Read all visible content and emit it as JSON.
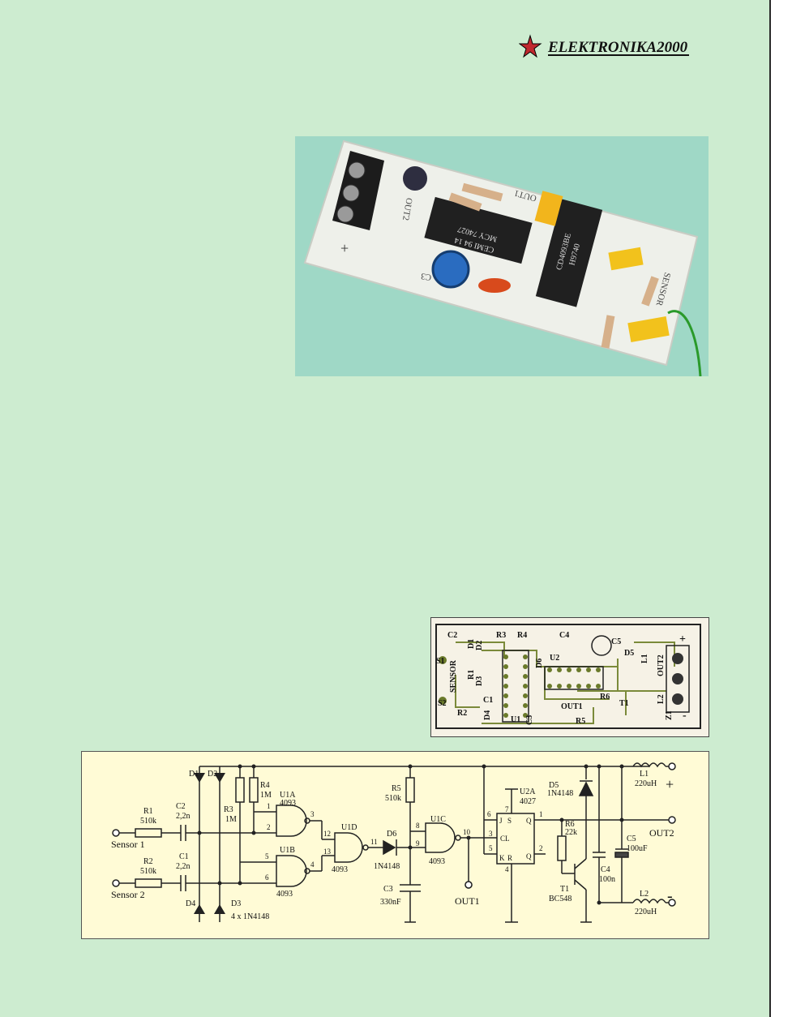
{
  "header": {
    "logo_text": "ELEKTRONIKA2000"
  },
  "photo": {
    "chip1_line1": "MCY 74027",
    "chip1_line2": "CEMI 94 14",
    "chip2_line1": "CD4093BE",
    "chip2_line2": "H9740",
    "label_c3": "C3",
    "label_out1": "OUT1",
    "label_out2": "OUT2",
    "label_sensor": "SENSOR",
    "label_plus": "+",
    "label_minus": "-"
  },
  "pcb": {
    "labels": [
      "C2",
      "R3",
      "R4",
      "C4",
      "C5",
      "+",
      "S1",
      "SENSOR",
      "R1",
      "D3",
      "D1",
      "D2",
      "D6",
      "U2",
      "D5",
      "L1",
      "OUT2",
      "S2",
      "C1",
      "D4",
      "U1",
      "C3",
      "R2",
      "OUT1",
      "R6",
      "T1",
      "R5",
      "L2",
      "Z1",
      "-"
    ]
  },
  "schematic": {
    "d1": "D1",
    "d2": "D2",
    "d3": "D3",
    "d4": "D4",
    "diodes": "4 x 1N4148",
    "r1": "R1",
    "r1v": "510k",
    "r2": "R2",
    "r2v": "510k",
    "r3": "R3",
    "r3v": "1M",
    "r4": "R4",
    "r4v": "1M",
    "r5": "R5",
    "r5v": "510k",
    "r6": "R6",
    "r6v": "22k",
    "c1": "C1",
    "c1v": "2,2n",
    "c2": "C2",
    "c2v": "2,2n",
    "c3": "C3",
    "c3v": "330nF",
    "c4": "C4",
    "c4v": "100n",
    "c5": "C5",
    "c5v": "100uF",
    "u1a": "U1A",
    "u1b": "U1B",
    "u1c": "U1C",
    "u1d": "U1D",
    "ic4093": "4093",
    "u2a": "U2A",
    "ic4027": "4027",
    "d5": "D5",
    "d5v": "1N4148",
    "d6": "D6",
    "d6v": "1N4148",
    "t1": "T1",
    "t1v": "BC548",
    "l1": "L1",
    "l1v": "220uH",
    "l2": "L2",
    "l2v": "220uH",
    "sensor1": "Sensor 1",
    "sensor2": "Sensor 2",
    "out1": "OUT1",
    "out2": "OUT2",
    "plus": "+",
    "minus": "-",
    "pins": [
      "1",
      "2",
      "3",
      "4",
      "5",
      "6",
      "12",
      "13",
      "11",
      "8",
      "9",
      "10",
      "6",
      "7",
      "3",
      "5",
      "4",
      "1",
      "2"
    ],
    "ff_j": "J",
    "ff_s": "S",
    "ff_q": "Q",
    "ff_cl": "CL",
    "ff_k": "K",
    "ff_r": "R",
    "ff_qn": "Q"
  }
}
